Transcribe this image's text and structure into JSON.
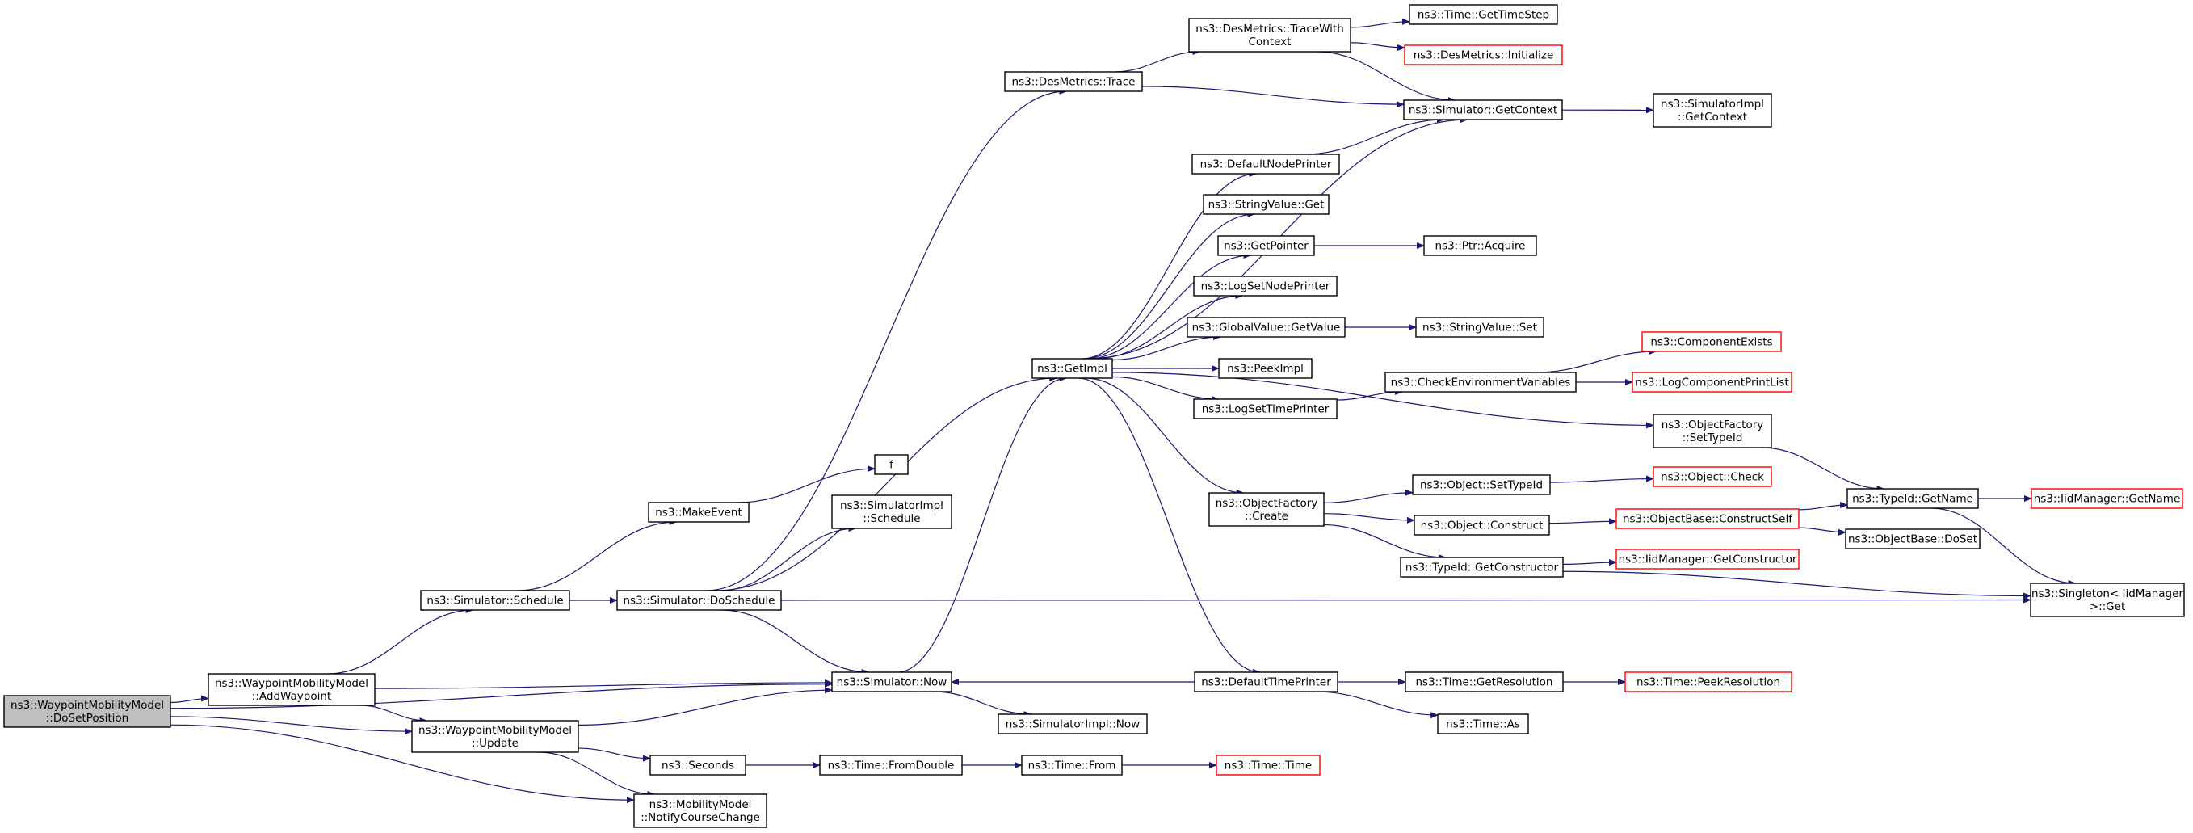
{
  "colors": {
    "edge": "#191970",
    "border_normal": "#000000",
    "border_truncated": "#ff0000",
    "root_fill": "#bfbfbf",
    "fill": "#ffffff"
  },
  "nodes": [
    {
      "id": "root",
      "lines": [
        "ns3::WaypointMobilityModel",
        "::DoSetPosition"
      ],
      "style": "root"
    },
    {
      "id": "addwp",
      "lines": [
        "ns3::WaypointMobilityModel",
        "::AddWaypoint"
      ],
      "style": "normal"
    },
    {
      "id": "update",
      "lines": [
        "ns3::WaypointMobilityModel",
        "::Update"
      ],
      "style": "normal"
    },
    {
      "id": "schedule",
      "lines": [
        "ns3::Simulator::Schedule"
      ],
      "style": "normal"
    },
    {
      "id": "makeevent",
      "lines": [
        "ns3::MakeEvent"
      ],
      "style": "normal"
    },
    {
      "id": "f",
      "lines": [
        "f"
      ],
      "style": "normal"
    },
    {
      "id": "doschedule",
      "lines": [
        "ns3::Simulator::DoSchedule"
      ],
      "style": "normal"
    },
    {
      "id": "implschedule",
      "lines": [
        "ns3::SimulatorImpl",
        "::Schedule"
      ],
      "style": "normal"
    },
    {
      "id": "simnow",
      "lines": [
        "ns3::Simulator::Now"
      ],
      "style": "normal"
    },
    {
      "id": "implnow",
      "lines": [
        "ns3::SimulatorImpl::Now"
      ],
      "style": "normal"
    },
    {
      "id": "seconds",
      "lines": [
        "ns3::Seconds"
      ],
      "style": "normal"
    },
    {
      "id": "notify",
      "lines": [
        "ns3::MobilityModel",
        "::NotifyCourseChange"
      ],
      "style": "normal"
    },
    {
      "id": "fromdouble",
      "lines": [
        "ns3::Time::FromDouble"
      ],
      "style": "normal"
    },
    {
      "id": "timefrom",
      "lines": [
        "ns3::Time::From"
      ],
      "style": "normal"
    },
    {
      "id": "timetime",
      "lines": [
        "ns3::Time::Time"
      ],
      "style": "truncated"
    },
    {
      "id": "destrace",
      "lines": [
        "ns3::DesMetrics::Trace"
      ],
      "style": "normal"
    },
    {
      "id": "getimpl",
      "lines": [
        "ns3::GetImpl"
      ],
      "style": "normal"
    },
    {
      "id": "tracewith",
      "lines": [
        "ns3::DesMetrics::TraceWith",
        "Context"
      ],
      "style": "normal"
    },
    {
      "id": "gettimestep",
      "lines": [
        "ns3::Time::GetTimeStep"
      ],
      "style": "normal"
    },
    {
      "id": "desinit",
      "lines": [
        "ns3::DesMetrics::Initialize"
      ],
      "style": "truncated"
    },
    {
      "id": "getcontext",
      "lines": [
        "ns3::Simulator::GetContext"
      ],
      "style": "normal"
    },
    {
      "id": "implgetcontext",
      "lines": [
        "ns3::SimulatorImpl",
        "::GetContext"
      ],
      "style": "normal"
    },
    {
      "id": "defnodeprinter",
      "lines": [
        "ns3::DefaultNodePrinter"
      ],
      "style": "normal"
    },
    {
      "id": "strvalget",
      "lines": [
        "ns3::StringValue::Get"
      ],
      "style": "normal"
    },
    {
      "id": "getpointer",
      "lines": [
        "ns3::GetPointer"
      ],
      "style": "normal"
    },
    {
      "id": "ptracquire",
      "lines": [
        "ns3::Ptr::Acquire"
      ],
      "style": "normal"
    },
    {
      "id": "logsetnode",
      "lines": [
        "ns3::LogSetNodePrinter"
      ],
      "style": "normal"
    },
    {
      "id": "gvgetvalue",
      "lines": [
        "ns3::GlobalValue::GetValue"
      ],
      "style": "normal"
    },
    {
      "id": "strvalset",
      "lines": [
        "ns3::StringValue::Set"
      ],
      "style": "normal"
    },
    {
      "id": "peekimpl",
      "lines": [
        "ns3::PeekImpl"
      ],
      "style": "normal"
    },
    {
      "id": "logsettime",
      "lines": [
        "ns3::LogSetTimePrinter"
      ],
      "style": "normal"
    },
    {
      "id": "checkenv",
      "lines": [
        "ns3::CheckEnvironmentVariables"
      ],
      "style": "normal"
    },
    {
      "id": "compexists",
      "lines": [
        "ns3::ComponentExists"
      ],
      "style": "truncated"
    },
    {
      "id": "logcomplist",
      "lines": [
        "ns3::LogComponentPrintList"
      ],
      "style": "truncated"
    },
    {
      "id": "ofsettypeid",
      "lines": [
        "ns3::ObjectFactory",
        "::SetTypeId"
      ],
      "style": "normal"
    },
    {
      "id": "ofcreate",
      "lines": [
        "ns3::ObjectFactory",
        "::Create"
      ],
      "style": "normal"
    },
    {
      "id": "objsettypeid",
      "lines": [
        "ns3::Object::SetTypeId"
      ],
      "style": "normal"
    },
    {
      "id": "objcheck",
      "lines": [
        "ns3::Object::Check"
      ],
      "style": "truncated"
    },
    {
      "id": "objconstruct",
      "lines": [
        "ns3::Object::Construct"
      ],
      "style": "normal"
    },
    {
      "id": "constructself",
      "lines": [
        "ns3::ObjectBase::ConstructSelf"
      ],
      "style": "truncated"
    },
    {
      "id": "typeidgetname",
      "lines": [
        "ns3::TypeId::GetName"
      ],
      "style": "normal"
    },
    {
      "id": "iidgetname",
      "lines": [
        "ns3::IidManager::GetName"
      ],
      "style": "truncated"
    },
    {
      "id": "objbasedoset",
      "lines": [
        "ns3::ObjectBase::DoSet"
      ],
      "style": "normal"
    },
    {
      "id": "typeidgetctor",
      "lines": [
        "ns3::TypeId::GetConstructor"
      ],
      "style": "normal"
    },
    {
      "id": "iidgetctor",
      "lines": [
        "ns3::IidManager::GetConstructor"
      ],
      "style": "truncated"
    },
    {
      "id": "singleton",
      "lines": [
        "ns3::Singleton< IidManager",
        " >::Get"
      ],
      "style": "normal"
    },
    {
      "id": "deftimeprinter",
      "lines": [
        "ns3::DefaultTimePrinter"
      ],
      "style": "normal"
    },
    {
      "id": "getresolution",
      "lines": [
        "ns3::Time::GetResolution"
      ],
      "style": "normal"
    },
    {
      "id": "peekresolution",
      "lines": [
        "ns3::Time::PeekResolution"
      ],
      "style": "truncated"
    },
    {
      "id": "timeas",
      "lines": [
        "ns3::Time::As"
      ],
      "style": "normal"
    }
  ],
  "edges": [
    [
      "root",
      "addwp"
    ],
    [
      "root",
      "update"
    ],
    [
      "root",
      "simnow"
    ],
    [
      "root",
      "notify"
    ],
    [
      "addwp",
      "schedule"
    ],
    [
      "addwp",
      "simnow"
    ],
    [
      "addwp",
      "update"
    ],
    [
      "update",
      "simnow"
    ],
    [
      "update",
      "seconds"
    ],
    [
      "update",
      "notify"
    ],
    [
      "schedule",
      "makeevent"
    ],
    [
      "schedule",
      "doschedule"
    ],
    [
      "makeevent",
      "f"
    ],
    [
      "doschedule",
      "implschedule"
    ],
    [
      "doschedule",
      "destrace"
    ],
    [
      "doschedule",
      "getimpl"
    ],
    [
      "doschedule",
      "simnow"
    ],
    [
      "doschedule",
      "singleton"
    ],
    [
      "simnow",
      "getimpl"
    ],
    [
      "simnow",
      "implnow"
    ],
    [
      "seconds",
      "fromdouble"
    ],
    [
      "fromdouble",
      "timefrom"
    ],
    [
      "timefrom",
      "timetime"
    ],
    [
      "destrace",
      "tracewith"
    ],
    [
      "destrace",
      "getcontext"
    ],
    [
      "tracewith",
      "gettimestep"
    ],
    [
      "tracewith",
      "desinit"
    ],
    [
      "tracewith",
      "getcontext"
    ],
    [
      "getcontext",
      "implgetcontext"
    ],
    [
      "getimpl",
      "getcontext"
    ],
    [
      "getimpl",
      "defnodeprinter"
    ],
    [
      "getimpl",
      "strvalget"
    ],
    [
      "getimpl",
      "getpointer"
    ],
    [
      "getimpl",
      "logsetnode"
    ],
    [
      "getimpl",
      "gvgetvalue"
    ],
    [
      "getimpl",
      "peekimpl"
    ],
    [
      "getimpl",
      "logsettime"
    ],
    [
      "getimpl",
      "ofsettypeid"
    ],
    [
      "getimpl",
      "ofcreate"
    ],
    [
      "getimpl",
      "deftimeprinter"
    ],
    [
      "defnodeprinter",
      "getcontext"
    ],
    [
      "getpointer",
      "ptracquire"
    ],
    [
      "gvgetvalue",
      "strvalset"
    ],
    [
      "logsettime",
      "checkenv"
    ],
    [
      "checkenv",
      "compexists"
    ],
    [
      "checkenv",
      "logcomplist"
    ],
    [
      "ofsettypeid",
      "typeidgetname"
    ],
    [
      "ofcreate",
      "objsettypeid"
    ],
    [
      "ofcreate",
      "objconstruct"
    ],
    [
      "ofcreate",
      "typeidgetctor"
    ],
    [
      "objsettypeid",
      "objcheck"
    ],
    [
      "objconstruct",
      "constructself"
    ],
    [
      "constructself",
      "typeidgetname"
    ],
    [
      "constructself",
      "objbasedoset"
    ],
    [
      "typeidgetname",
      "iidgetname"
    ],
    [
      "typeidgetname",
      "singleton"
    ],
    [
      "typeidgetctor",
      "iidgetctor"
    ],
    [
      "typeidgetctor",
      "singleton"
    ],
    [
      "deftimeprinter",
      "simnow"
    ],
    [
      "deftimeprinter",
      "getresolution"
    ],
    [
      "deftimeprinter",
      "timeas"
    ],
    [
      "getresolution",
      "peekresolution"
    ]
  ]
}
